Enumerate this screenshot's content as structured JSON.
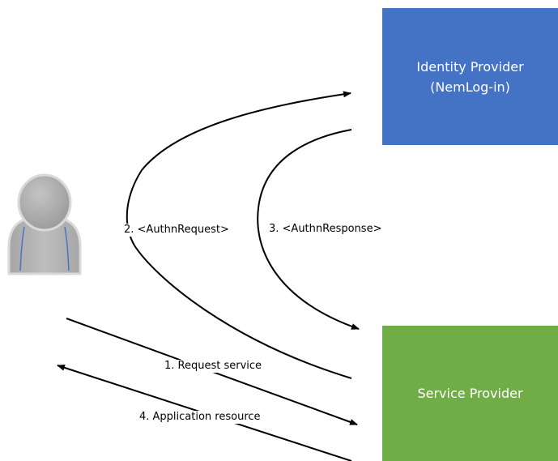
{
  "diagram": {
    "identity_provider": {
      "line1": "Identity Provider",
      "line2": "(NemLog-in)",
      "color": "#4472c4"
    },
    "service_provider": {
      "label": "Service Provider",
      "color": "#70ad47"
    },
    "user": {
      "icon": "user-icon"
    },
    "steps": [
      {
        "label": "1. Request service"
      },
      {
        "label": "2. <AuthnRequest>"
      },
      {
        "label": "3. <AuthnResponse>"
      },
      {
        "label": "4. Application resource"
      }
    ]
  }
}
